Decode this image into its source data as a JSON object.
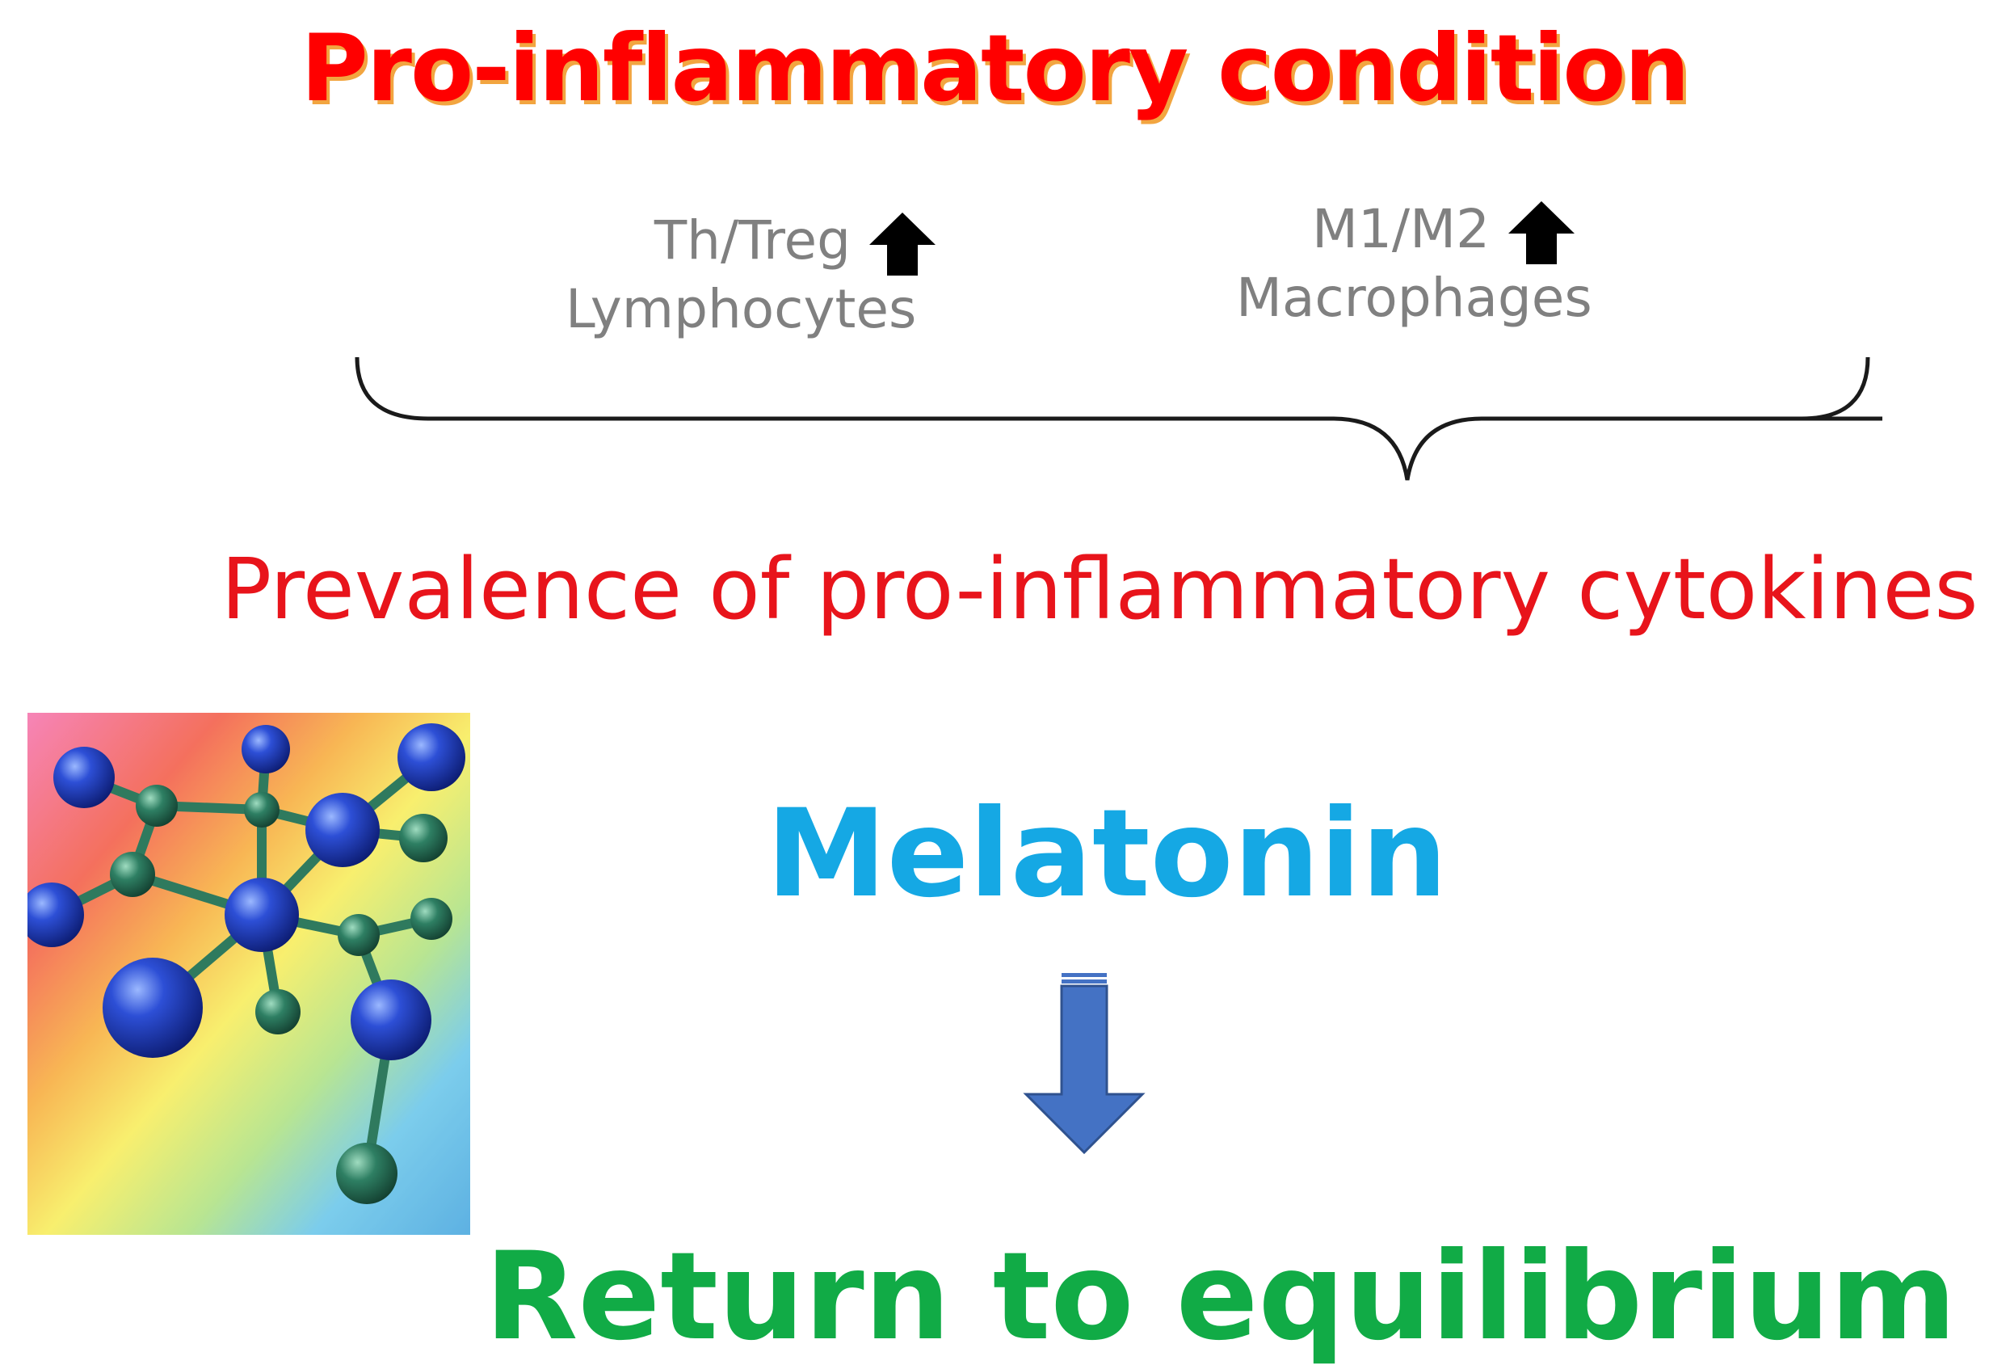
{
  "title": "Pro-inflammatory condition",
  "lymphocytes": {
    "ratio": "Th/Treg",
    "label": "Lymphocytes",
    "indicator_icon": "up-arrow-icon"
  },
  "macrophages": {
    "ratio": "M1/M2",
    "label": "Macrophages",
    "indicator_icon": "up-arrow-icon"
  },
  "result": "Prevalence of pro-inflammatory cytokines",
  "treatment": "Melatonin",
  "outcome": "Return to equilibrium",
  "illustration": "melatonin-molecule-watercolor",
  "colors": {
    "title": "#ff0000",
    "title_shadow": "#f2a540",
    "cell_text": "#808080",
    "result_text": "#e8141b",
    "treatment_text": "#15a8e4",
    "outcome_text": "#11ab46",
    "down_arrow": "#4472c4"
  }
}
